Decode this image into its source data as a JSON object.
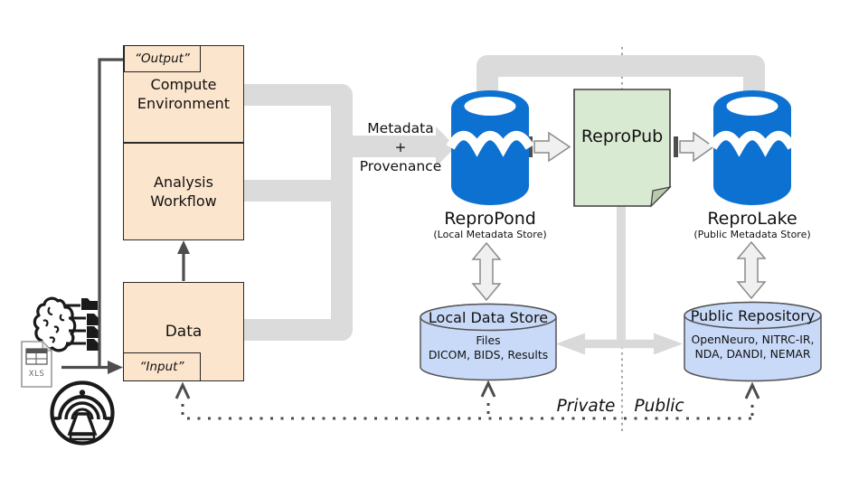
{
  "pipeline": {
    "output_tag": "“Output”",
    "compute_box": "Compute Environment",
    "analysis_box": "Analysis Workflow",
    "data_box": "Data",
    "input_tag": "“Input”"
  },
  "flow": {
    "metadata_line1": "Metadata",
    "metadata_line2": "+",
    "metadata_line3": "Provenance"
  },
  "stores": {
    "repropond": {
      "name": "ReproPond",
      "subtitle": "(Local Metadata Store)"
    },
    "repropub": {
      "name": "ReproPub"
    },
    "reprolake": {
      "name": "ReproLake",
      "subtitle": "(Public Metadata Store)"
    },
    "local_data_store": {
      "title": "Local Data Store",
      "line1": "Files",
      "line2": "DICOM, BIDS, Results"
    },
    "public_repository": {
      "title": "Public Repository",
      "line1": "OpenNeuro, NITRC-IR,",
      "line2": "NDA, DANDI, NEMAR"
    }
  },
  "zones": {
    "private_label": "Private",
    "public_label": "Public"
  },
  "icons": {
    "xls_label": "XLS"
  },
  "colors": {
    "process_box_fill": "#FCE5CD",
    "document_fill": "#D9EAD3",
    "datastore_fill": "#C9DAF8",
    "database_blue": "#0D71D1",
    "flow_band_gray": "#DBDBDB",
    "outline_arrow_fill": "#F0F0F0",
    "line_dark_gray": "#4D4D4D"
  }
}
